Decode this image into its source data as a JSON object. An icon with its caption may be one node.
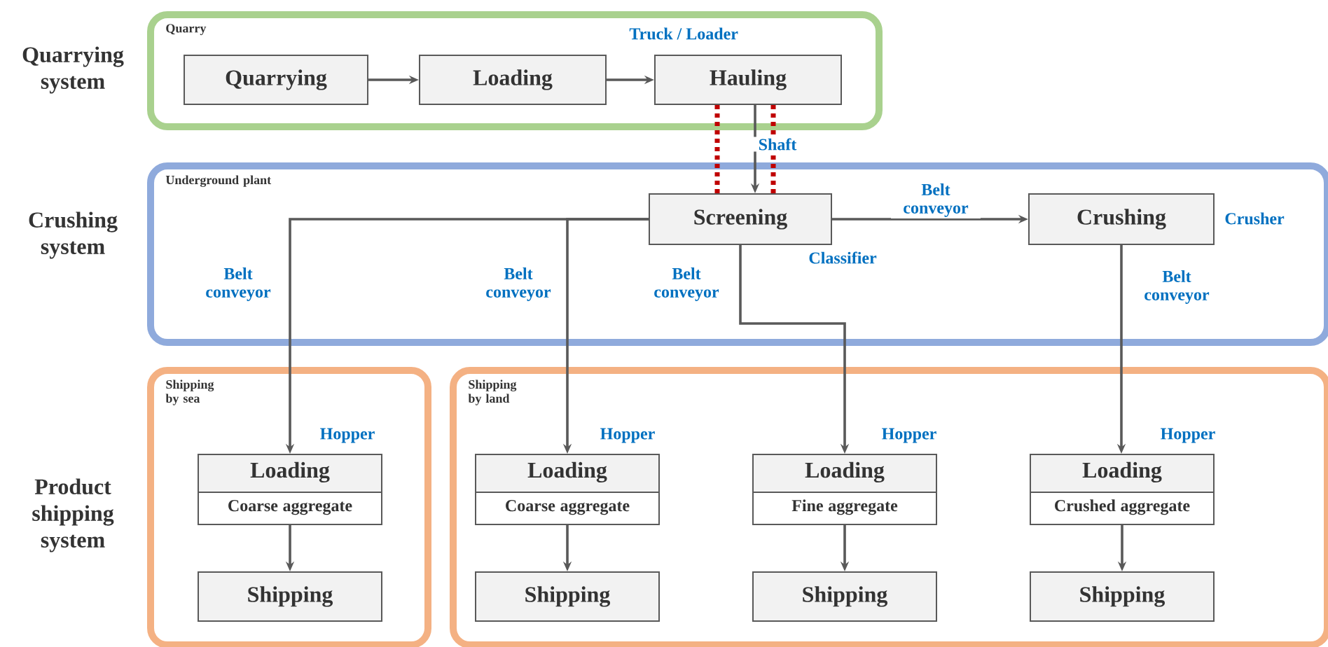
{
  "diagram": {
    "nodes": [
      {
        "text": [
          "Quarry"
        ]
      },
      {
        "text": [
          "Quarrying"
        ],
        "in": 0
      },
      {
        "text": [
          "Loading"
        ],
        "in": 0
      },
      {
        "text": [
          "Hauling"
        ],
        "in": 0,
        "beside": [
          "Truck / Loader"
        ]
      },
      {
        "text": [
          "Underground plant"
        ]
      },
      {
        "text": [
          "Screening"
        ],
        "in": 4,
        "beside": [
          "Classifier"
        ]
      },
      {
        "text": [
          "Crushing"
        ],
        "in": 4,
        "beside": [
          "Crusher"
        ]
      },
      {
        "text": [
          "Shipping by sea"
        ]
      },
      {
        "text": [
          "Loading",
          "Coarse aggregate"
        ],
        "in": 7,
        "beside": [
          "Hopper"
        ]
      },
      {
        "text": [
          "Shipping"
        ],
        "in": 7
      },
      {
        "text": [
          "Shipping by land"
        ]
      },
      {
        "text": [
          "Loading",
          "Coarse aggregate"
        ],
        "in": 10,
        "beside": [
          "Hopper"
        ]
      },
      {
        "text": [
          "Shipping"
        ],
        "in": 10
      },
      {
        "text": [
          "Loading",
          "Fine aggregate"
        ],
        "in": 10,
        "beside": [
          "Hopper"
        ]
      },
      {
        "text": [
          "Shipping"
        ],
        "in": 10
      },
      {
        "text": [
          "Loading",
          "Crushed aggregate"
        ],
        "in": 10,
        "beside": [
          "Hopper"
        ]
      },
      {
        "text": [
          "Shipping"
        ],
        "in": 10
      }
    ],
    "edges": [
      {
        "from": 1,
        "to": 2,
        "arrow": "to"
      },
      {
        "from": 2,
        "to": 3,
        "arrow": "to"
      },
      {
        "from": 3,
        "to": 5,
        "arrow": "to",
        "label": "Shaft"
      },
      {
        "from": 3,
        "to": 5,
        "arrow": "none",
        "style": "dashed",
        "color": "#c00000"
      },
      {
        "from": 3,
        "to": 5,
        "arrow": "none",
        "style": "dashed",
        "color": "#c00000"
      },
      {
        "from": 5,
        "to": 6,
        "arrow": "to",
        "label": "Belt conveyor"
      },
      {
        "from": 5,
        "to": 8,
        "arrow": "to",
        "label": "Belt conveyor"
      },
      {
        "from": 5,
        "to": 11,
        "arrow": "to",
        "label": "Belt conveyor"
      },
      {
        "from": 5,
        "to": 13,
        "arrow": "to",
        "label": "Belt conveyor"
      },
      {
        "from": 6,
        "to": 15,
        "arrow": "to",
        "label": "Belt conveyor"
      },
      {
        "from": 8,
        "to": 9,
        "arrow": "to"
      },
      {
        "from": 11,
        "to": 12,
        "arrow": "to"
      },
      {
        "from": 13,
        "to": 14,
        "arrow": "to"
      },
      {
        "from": 15,
        "to": 16,
        "arrow": "to"
      }
    ],
    "labels": [
      "Quarrying system",
      "Crushing system",
      "Product shipping system"
    ]
  }
}
